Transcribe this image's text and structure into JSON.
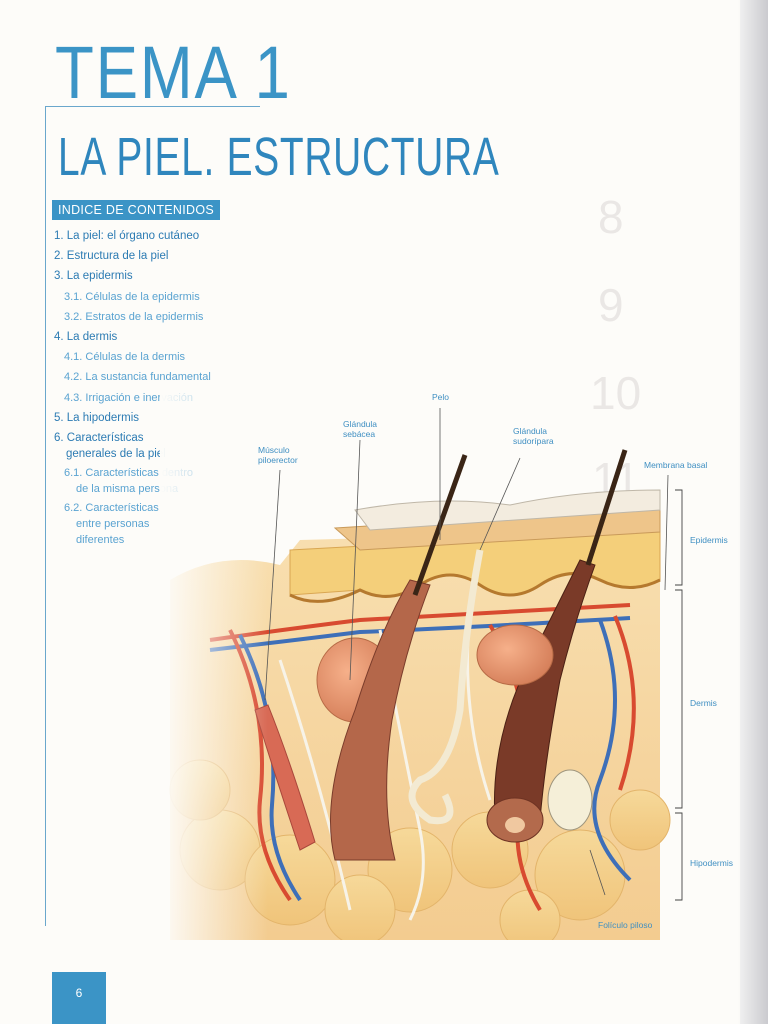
{
  "header": {
    "tema": "TEMA 1",
    "chapter_title": "LA PIEL. ESTRUCTURA"
  },
  "index": {
    "heading": "INDICE DE CONTENIDOS",
    "items": [
      {
        "text": "1. La piel: el órgano cutáneo"
      },
      {
        "text": "2. Estructura de la piel"
      },
      {
        "text": "3. La epidermis"
      },
      {
        "text": "3.1. Células de la epidermis"
      },
      {
        "text": "3.2. Estratos de la epidermis"
      },
      {
        "text": "4. La dermis"
      },
      {
        "text": "4.1. Células de la dermis"
      },
      {
        "text": "4.2. La sustancia fundamental"
      },
      {
        "text": "4.3. Irrigación e inervación"
      },
      {
        "text": "5. La hipodermis"
      },
      {
        "text": "6. Características",
        "line2": "generales de la piel"
      },
      {
        "text": "6.1. Características dentro",
        "line2": "de la misma persona"
      },
      {
        "text": "6.2. Características",
        "line2": "entre personas",
        "line3": "diferentes"
      }
    ]
  },
  "figure_labels": {
    "pelo": "Pelo",
    "glandula_sebacea": "Glándula\nsebácea",
    "glandula_sudoripara": "Glándula\nsudorípara",
    "musculo_piloerector": "Músculo\npiloerector",
    "membrana_basal": "Membrana basal",
    "epidermis": "Epidermis",
    "dermis": "Dermis",
    "hipodermis": "Hipodermis",
    "foliculo_piloso": "Folículo piloso"
  },
  "ghost_text": {
    "n8": "8",
    "n9": "9",
    "n10": "10",
    "n11": "11"
  },
  "footer": {
    "page_number": "6"
  }
}
